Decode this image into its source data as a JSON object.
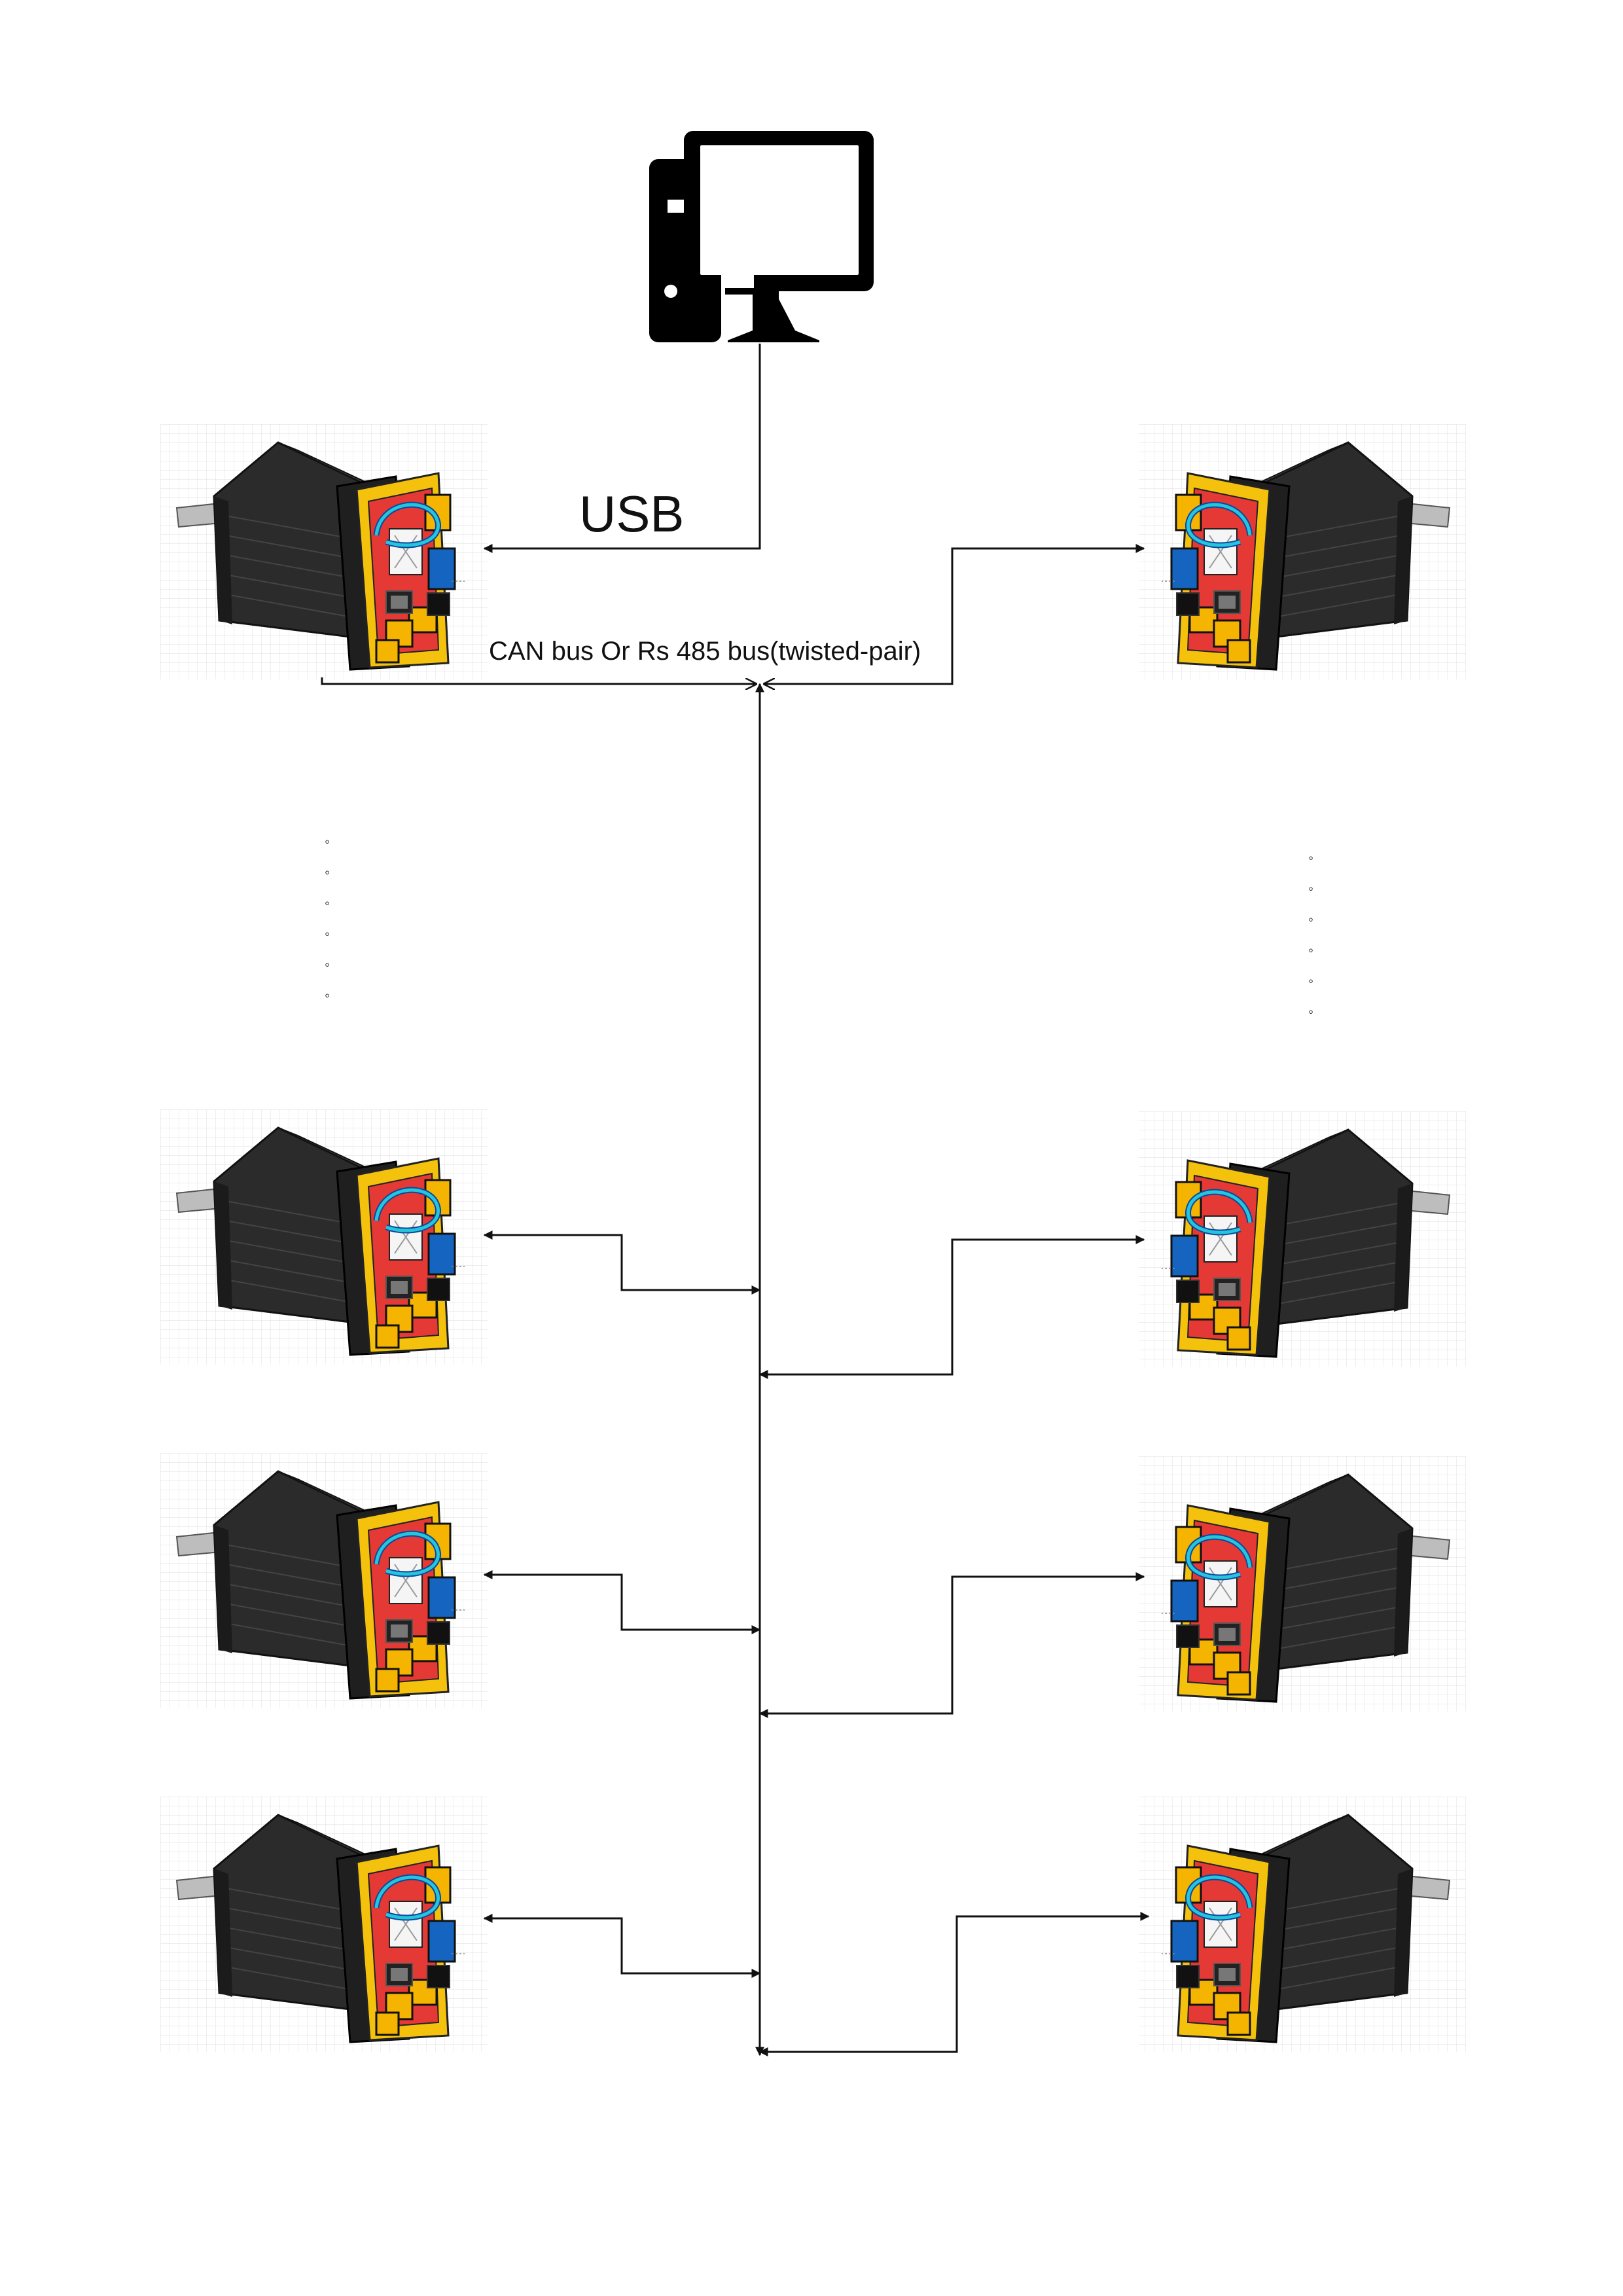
{
  "labels": {
    "usb": "USB",
    "bus": "CAN bus Or Rs 485 bus(twisted-pair)"
  },
  "nodes": {
    "computer": {
      "kind": "desktop-computer-icon"
    },
    "motors": [
      {
        "id": "motor-left-1",
        "side": "left"
      },
      {
        "id": "motor-right-1",
        "side": "right"
      },
      {
        "id": "motor-left-2",
        "side": "left"
      },
      {
        "id": "motor-right-2",
        "side": "right"
      },
      {
        "id": "motor-left-3",
        "side": "left"
      },
      {
        "id": "motor-right-3",
        "side": "right"
      },
      {
        "id": "motor-left-4",
        "side": "left"
      },
      {
        "id": "motor-right-4",
        "side": "right"
      }
    ]
  },
  "ellipsis": {
    "glyph": "◦"
  },
  "colors": {
    "line": "#111111",
    "motor_body": "#2a2a2a",
    "motor_edge": "#111111",
    "pcb": "#e53935",
    "pcb_frame": "#f4c20d",
    "connector_blue": "#1565c0",
    "cable_cyan": "#26c6da",
    "connector_yellow": "#f4b400",
    "shaft": "#9e9e9e"
  }
}
